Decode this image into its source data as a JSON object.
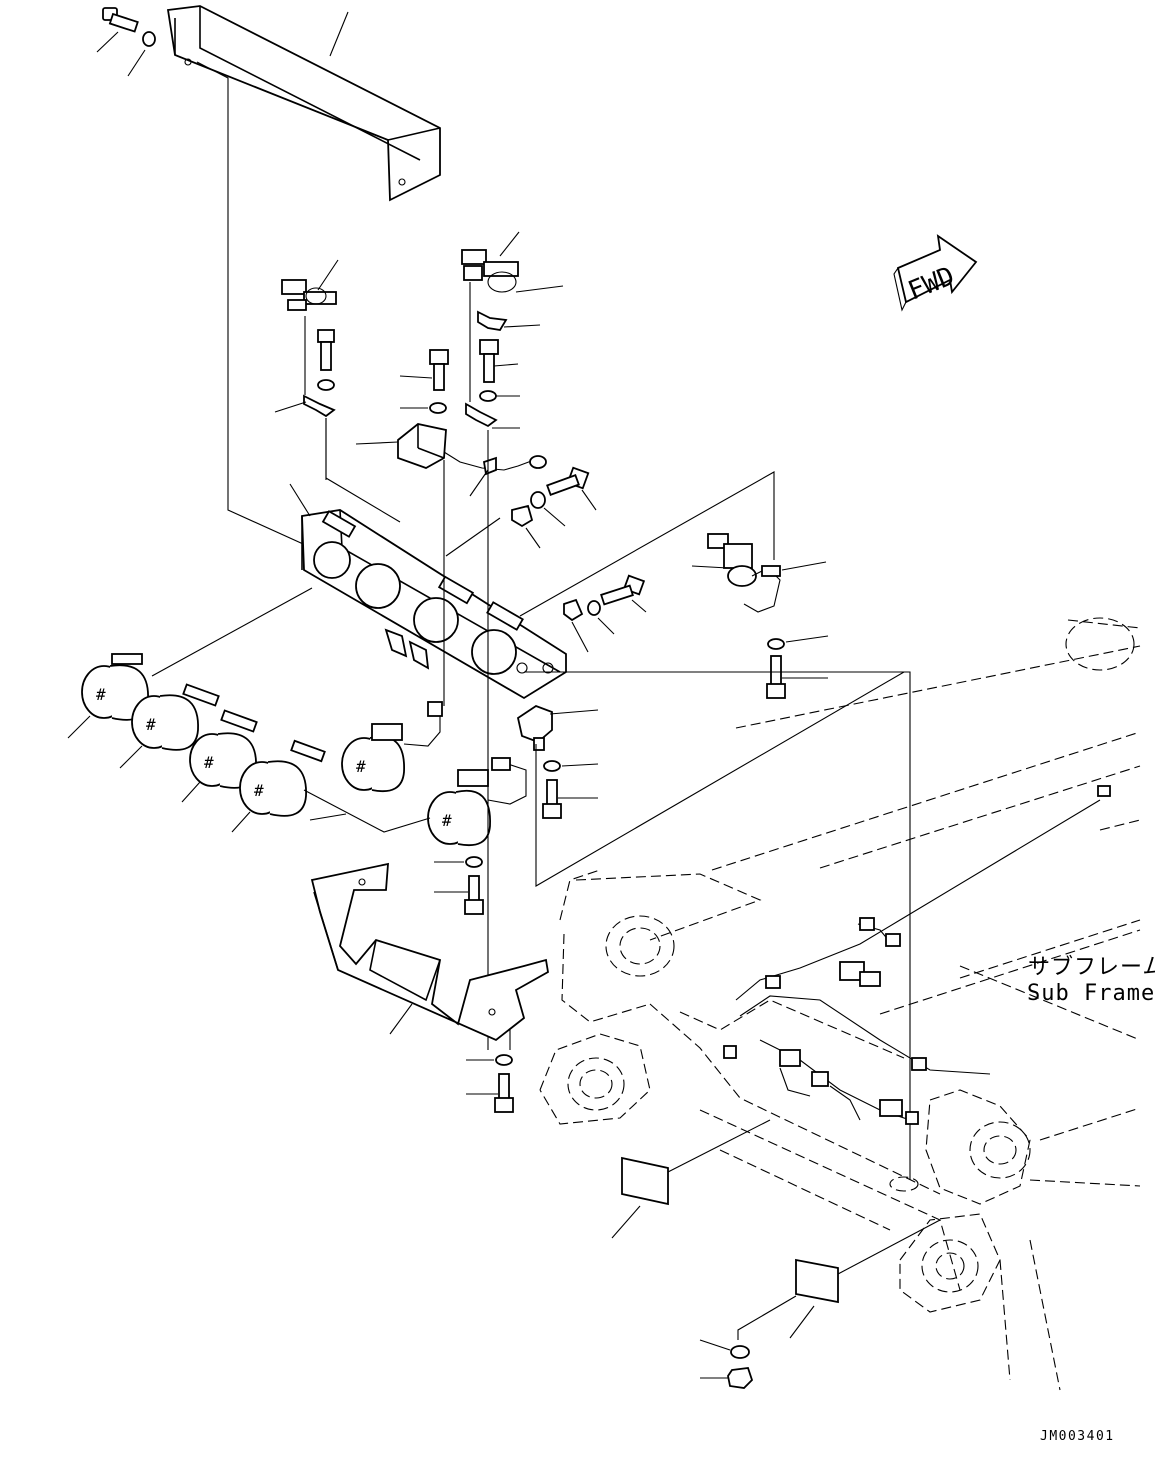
{
  "drawing": {
    "fwd_label": "FWD",
    "subframe_label_jp": "サブフレーム",
    "subframe_label_en": "Sub Frame",
    "drawing_code": "JM003401"
  },
  "icons": {
    "forward_arrow": "fwd-arrow-icon",
    "light": "work-light-icon",
    "bolt": "bolt-icon",
    "washer": "washer-icon"
  }
}
